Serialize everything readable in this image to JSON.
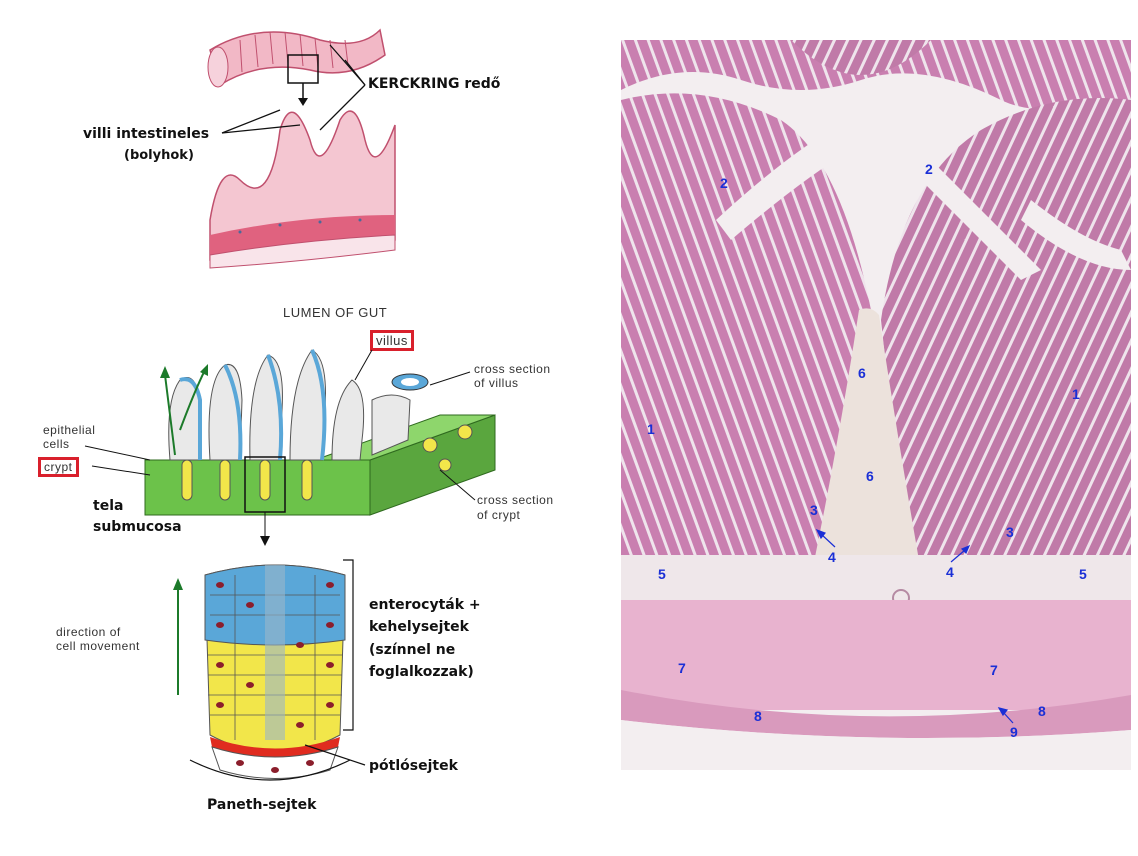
{
  "left_panel": {
    "kerckring_label": "KERCKRING redő",
    "villi_label": "villi intestineles",
    "villi_sublabel": "(bolyhok)",
    "lumen_label": "LUMEN OF GUT",
    "villus_label": "villus",
    "cross_villus_line1": "cross section",
    "cross_villus_line2": "of villus",
    "epithelial_line1": "epithelial",
    "epithelial_line2": "cells",
    "crypt_label": "crypt",
    "tela_line1": "tela",
    "tela_line2": "submucosa",
    "cross_crypt_line1": "cross section",
    "cross_crypt_line2": "of crypt",
    "direction_line1": "direction of",
    "direction_line2": "cell movement",
    "entero_line1": "enterocyták +",
    "entero_line2": "kehelysejtek",
    "entero_line3": "(színnel ne",
    "entero_line4": "foglalkozzak)",
    "potlo_label": "pótlósejtek",
    "paneth_label": "Paneth-sejtek"
  },
  "micrograph": {
    "labels": {
      "l1a": "1",
      "l1b": "1",
      "l2a": "2",
      "l2b": "2",
      "l3a": "3",
      "l3b": "3",
      "l4a": "4",
      "l4b": "4",
      "l5a": "5",
      "l5b": "5",
      "l6a": "6",
      "l6b": "6",
      "l7a": "7",
      "l7b": "7",
      "l8a": "8",
      "l8b": "8",
      "l9": "9"
    }
  },
  "colors": {
    "tissue_pink": "#c97fb0",
    "muscle_pink": "#e8b3cf",
    "label_blue": "#1a2fd6",
    "highlight_red": "#d9202c",
    "submucosa_green": "#6cc24a",
    "enterocyte_blue": "#5aa7d8",
    "enterocyte_yellow": "#f2e64a"
  }
}
